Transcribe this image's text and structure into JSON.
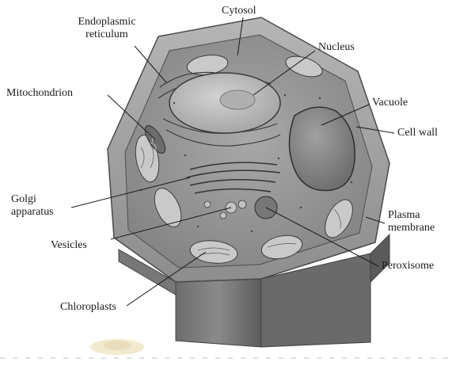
{
  "figure": {
    "labels": {
      "endoplasmic_1": "Endoplasmic",
      "endoplasmic_2": "reticulum",
      "cytosol": "Cytosol",
      "nucleus": "Nucleus",
      "mitochondrion": "Mitochondrion",
      "vacuole": "Vacuole",
      "cell_wall": "Cell wall",
      "golgi_1": "Golgi",
      "golgi_2": "apparatus",
      "plasma_1": "Plasma",
      "plasma_2": "membrane",
      "vesicles": "Vesicles",
      "peroxisome": "Peroxisome",
      "chloroplasts": "Chloroplasts"
    },
    "colors": {
      "wall": "#8c8c8c",
      "wall_dark": "#555555",
      "cytoplasm": "#9a9a9a",
      "nucleus": "#bdbdbd",
      "vacuole": "#8a8a8a",
      "ink": "#1a1a1a",
      "watermark": "#e8d9a8"
    }
  }
}
